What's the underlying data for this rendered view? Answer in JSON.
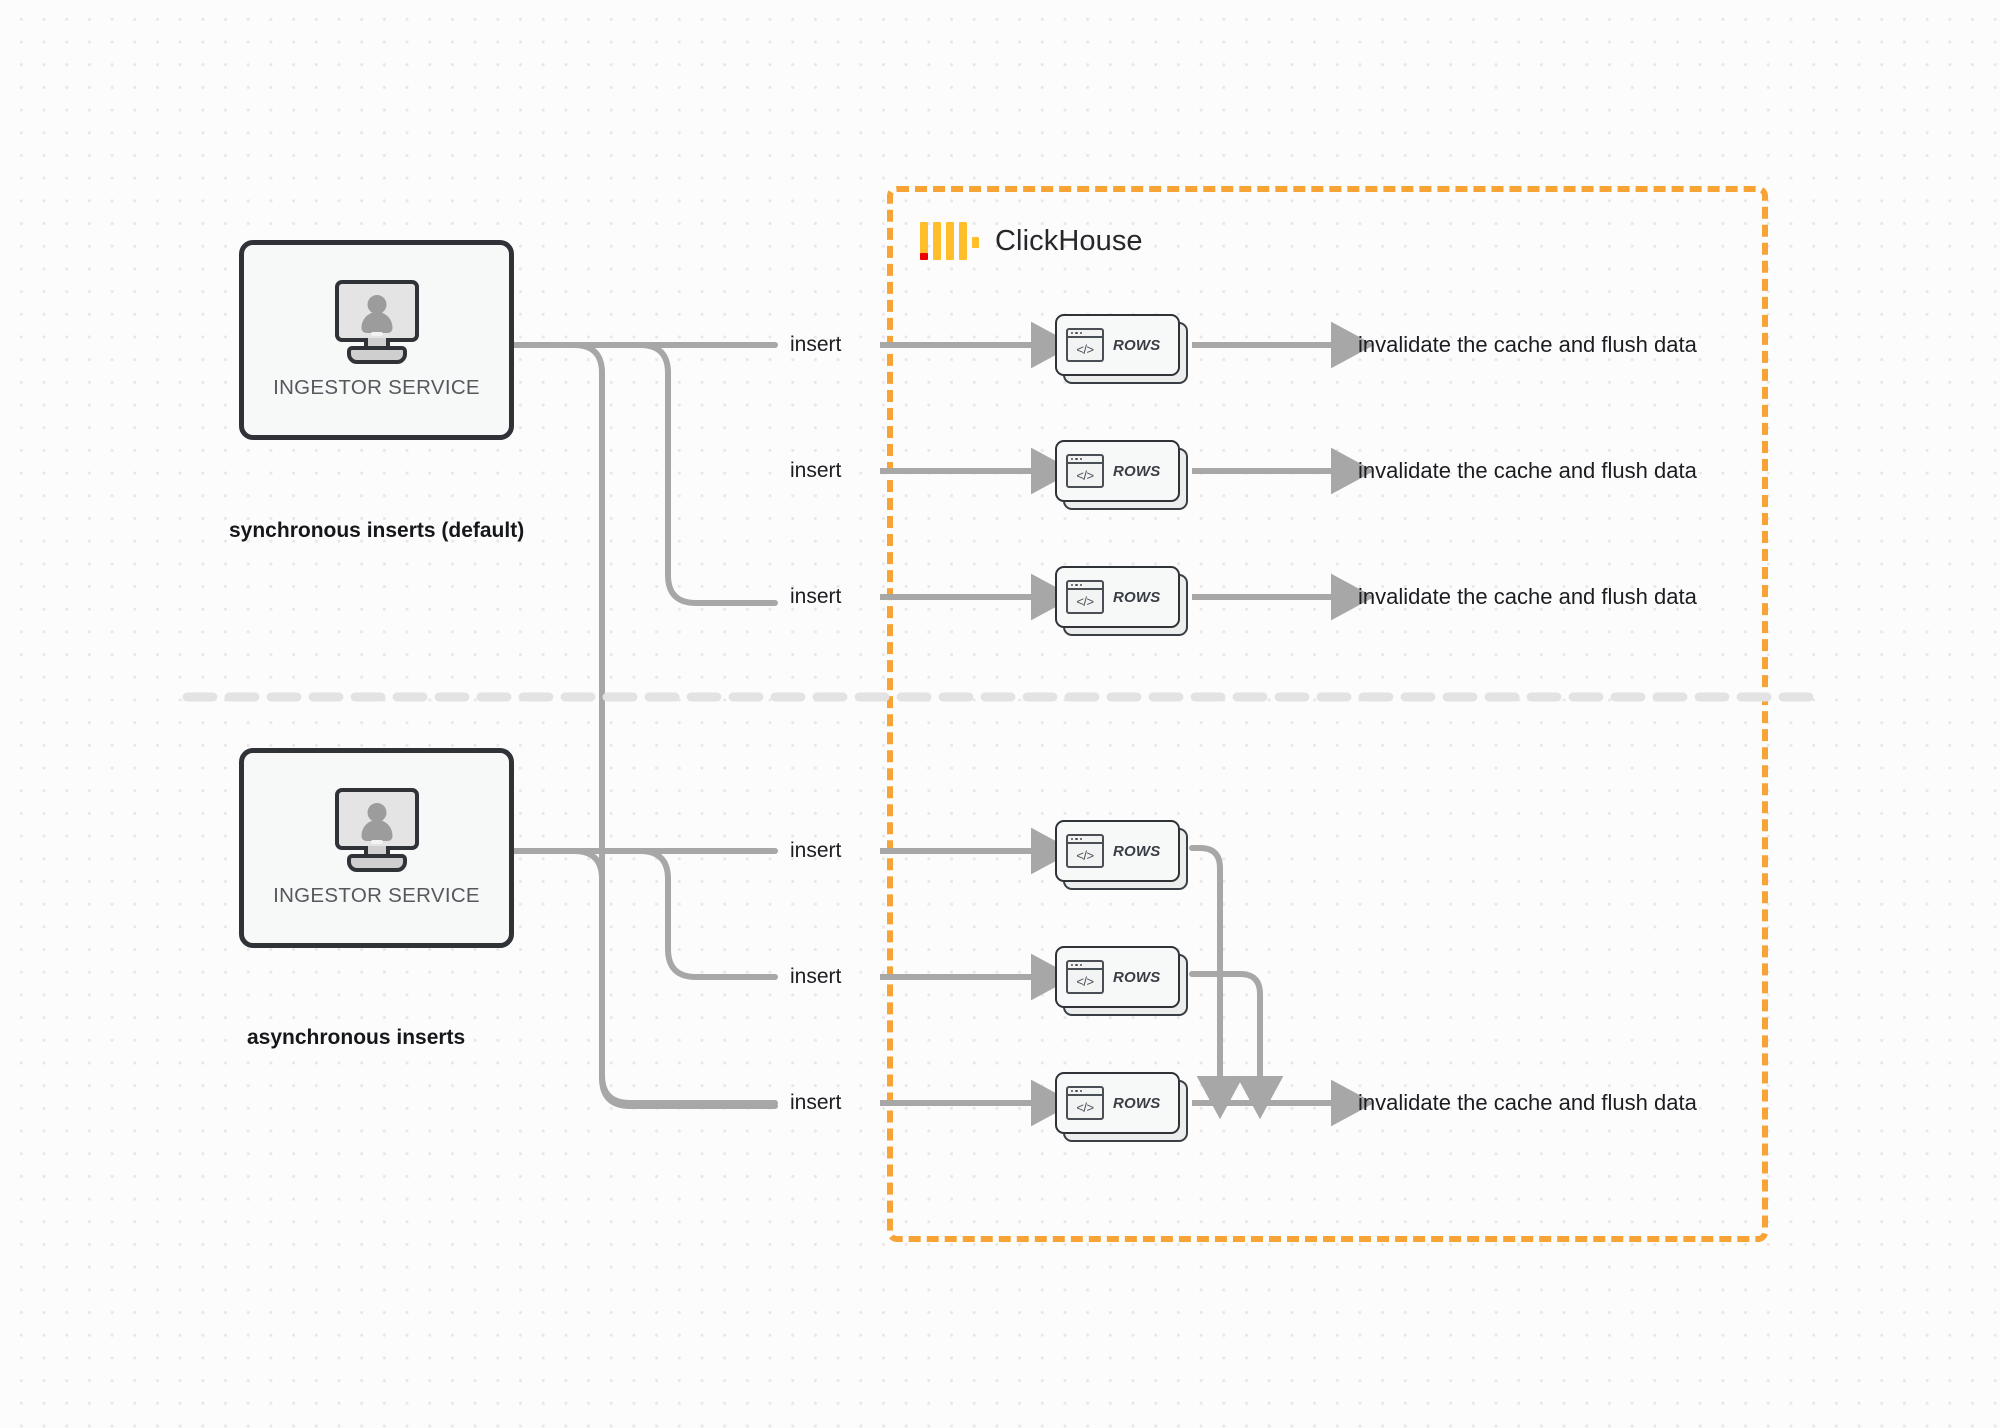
{
  "diagram": {
    "title": "ClickHouse synchronous vs asynchronous inserts",
    "boundary_label": "ClickHouse",
    "logo_name": "clickhouse-logo",
    "colors": {
      "boundary": "#f7a336",
      "logo_bars": "#ffbf2b",
      "logo_accent": "#ee0000",
      "wire": "#a7a7a7",
      "node_border": "#2f3338",
      "node_fill": "#f7f8f8",
      "text": "#1b1d21",
      "divider": "#e3e3e3",
      "background": "#fcfcfc"
    }
  },
  "sections": [
    {
      "id": "synchronous",
      "caption": "synchronous inserts (default)",
      "service": {
        "label": "INGESTOR SERVICE",
        "icon": "monitor-user-icon"
      },
      "flows": [
        {
          "insert_label": "insert",
          "node_label": "ROWS",
          "node_icon": "code-window-icon",
          "result_label": "invalidate the cache and flush data"
        },
        {
          "insert_label": "insert",
          "node_label": "ROWS",
          "node_icon": "code-window-icon",
          "result_label": "invalidate the cache and flush data"
        },
        {
          "insert_label": "insert",
          "node_label": "ROWS",
          "node_icon": "code-window-icon",
          "result_label": "invalidate the cache and flush data"
        }
      ]
    },
    {
      "id": "asynchronous",
      "caption": "asynchronous inserts",
      "service": {
        "label": "INGESTOR SERVICE",
        "icon": "monitor-user-icon"
      },
      "flows": [
        {
          "insert_label": "insert",
          "node_label": "ROWS",
          "node_icon": "code-window-icon"
        },
        {
          "insert_label": "insert",
          "node_label": "ROWS",
          "node_icon": "code-window-icon"
        },
        {
          "insert_label": "insert",
          "node_label": "ROWS",
          "node_icon": "code-window-icon"
        }
      ],
      "merged_result_label": "invalidate the cache and flush data"
    }
  ]
}
